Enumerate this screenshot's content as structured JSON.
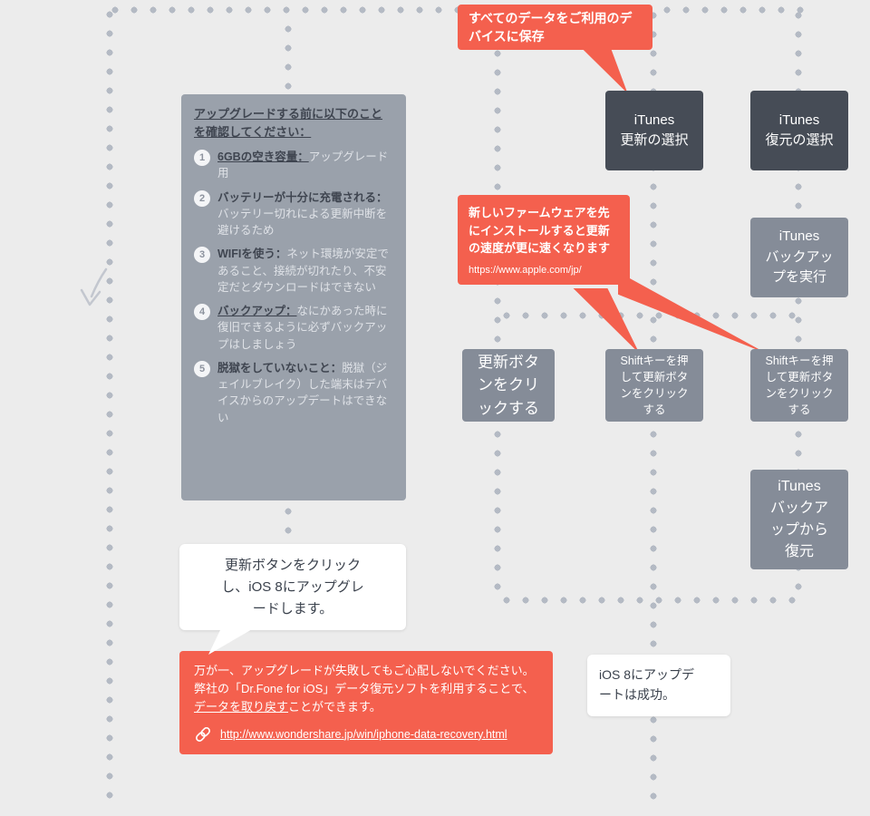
{
  "palette": {
    "red": "#f4604e",
    "dark": "#464c56",
    "mid": "#858c98",
    "panel": "#9aa1ab",
    "dot": "#b4bac4",
    "bg": "#ececec"
  },
  "callouts": {
    "save": {
      "text": "すべてのデータをご利用のデバイスに保存"
    },
    "firmware": {
      "text": "新しいファームウェアを先にインストールすると更新の速度が更に速くなります",
      "link": "https://www.apple.com/jp/"
    },
    "recovery": {
      "text_before": "万が一、アップグレードが失敗してもご心配しないでください。弊社の「Dr.Fone for iOS」データ復元ソフトを利用することで、",
      "text_link": "データを取り戻す",
      "text_after": "ことができます。",
      "url": "http://www.wondershare.jp/win/iphone-data-recovery.html"
    }
  },
  "nodes": {
    "update_select": "iTunes\n更新の選択",
    "restore_select": "iTunes\n復元の選択",
    "backup_run": "iTunes\nバックアッ\nプを実行",
    "click_update": "更新ボタ\nンをクリ\nックする",
    "shift_click_left": "Shiftキーを押\nして更新ボタ\nンをクリック\nする",
    "shift_click_right": "Shiftキーを押\nして更新ボタ\nンをクリック\nする",
    "backup_restore": "iTunes\nバックア\nップから\n復元"
  },
  "checklist": {
    "title": "アップグレードする前に以下のことを確認してください：",
    "items": [
      {
        "num": "1",
        "lead": "6GBの空き容量：",
        "body": "アップグレード用"
      },
      {
        "num": "2",
        "lead": "バッテリーが十分に充電される：",
        "body": "バッテリー切れによる更新中断を避けるため"
      },
      {
        "num": "3",
        "lead": "WIFIを使う：",
        "body": "ネット環境が安定であること、接続が切れたり、不安定だとダウンロードはできない"
      },
      {
        "num": "4",
        "lead": "バックアップ：",
        "body": "なにかあった時に復旧できるように必ずバックアップはしましょう"
      },
      {
        "num": "5",
        "lead": "脱獄をしていないこと：",
        "body": "脱獄（ジェイルブレイク）した端末はデバイスからのアップデートはできない"
      }
    ]
  },
  "notes": {
    "upgrade": "更新ボタンをクリック\nし、iOS 8にアップグレ\nードします。",
    "success": "iOS 8にアップデ\nートは成功。"
  }
}
